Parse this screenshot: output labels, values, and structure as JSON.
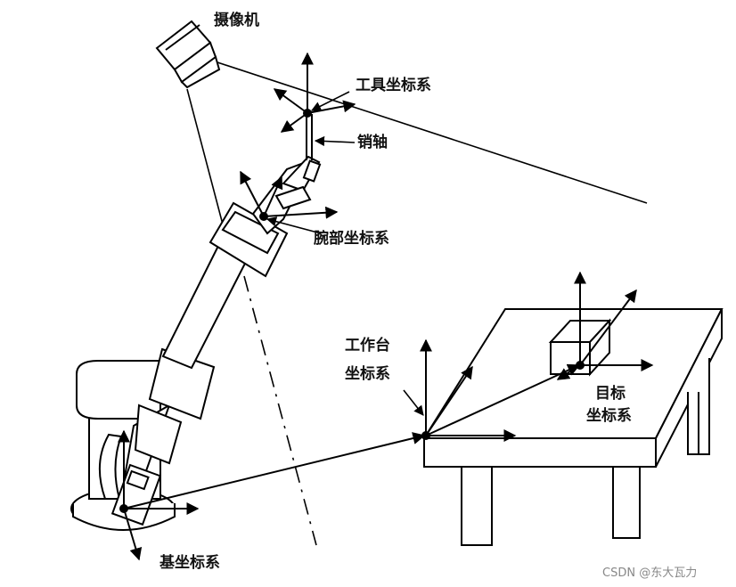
{
  "labels": {
    "camera": "摄像机",
    "tool_frame": "工具坐标系",
    "pin_axis": "销轴",
    "wrist_frame": "腕部坐标系",
    "workbench_frame_line1": "工作台",
    "workbench_frame_line2": "坐标系",
    "target_frame_line1": "目标",
    "target_frame_line2": "坐标系",
    "base_frame": "基坐标系"
  },
  "watermark": "CSDN @东大瓦力"
}
